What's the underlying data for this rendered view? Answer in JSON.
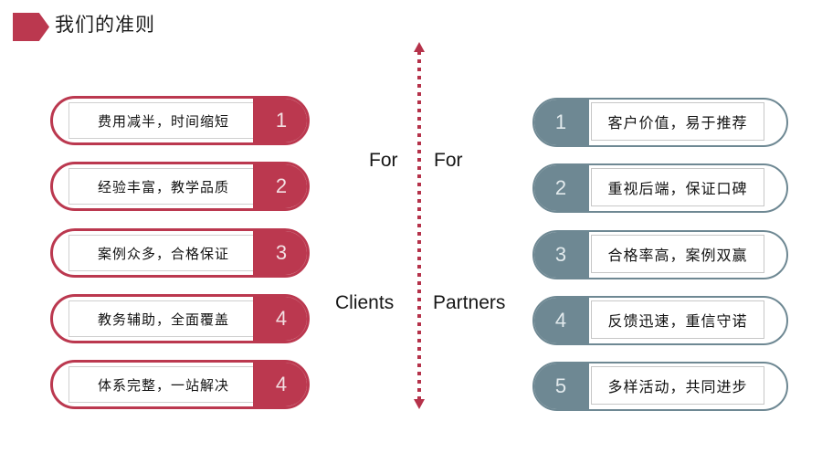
{
  "header": {
    "title": "我们的准则",
    "arrow_icon": "pentagon-arrow-icon",
    "accent_red": "#bb384f"
  },
  "theme": {
    "red": "#bb384f",
    "slate": "#6e8893",
    "background": "#ffffff",
    "text": "#121212",
    "divider_red": "#b5324a"
  },
  "center": {
    "for_left_label": "For",
    "for_right_label": "For",
    "clients_label": "Clients",
    "partners_label": "Partners",
    "divider_style": "dotted-vertical-double-arrow"
  },
  "left_column": {
    "side": "Clients",
    "color": "#bb384f",
    "items": [
      {
        "number": "1",
        "label": "费用减半，时间缩短"
      },
      {
        "number": "2",
        "label": "经验丰富，教学品质"
      },
      {
        "number": "3",
        "label": "案例众多，合格保证"
      },
      {
        "number": "4",
        "label": "教务辅助，全面覆盖"
      },
      {
        "number": "4",
        "label": "体系完整，一站解决"
      }
    ]
  },
  "right_column": {
    "side": "Partners",
    "color": "#6e8893",
    "items": [
      {
        "number": "1",
        "label": "客户价值，易于推荐"
      },
      {
        "number": "2",
        "label": "重视后端，保证口碑"
      },
      {
        "number": "3",
        "label": "合格率高，案例双赢"
      },
      {
        "number": "4",
        "label": "反馈迅速，重信守诺"
      },
      {
        "number": "5",
        "label": "多样活动，共同进步"
      }
    ]
  }
}
